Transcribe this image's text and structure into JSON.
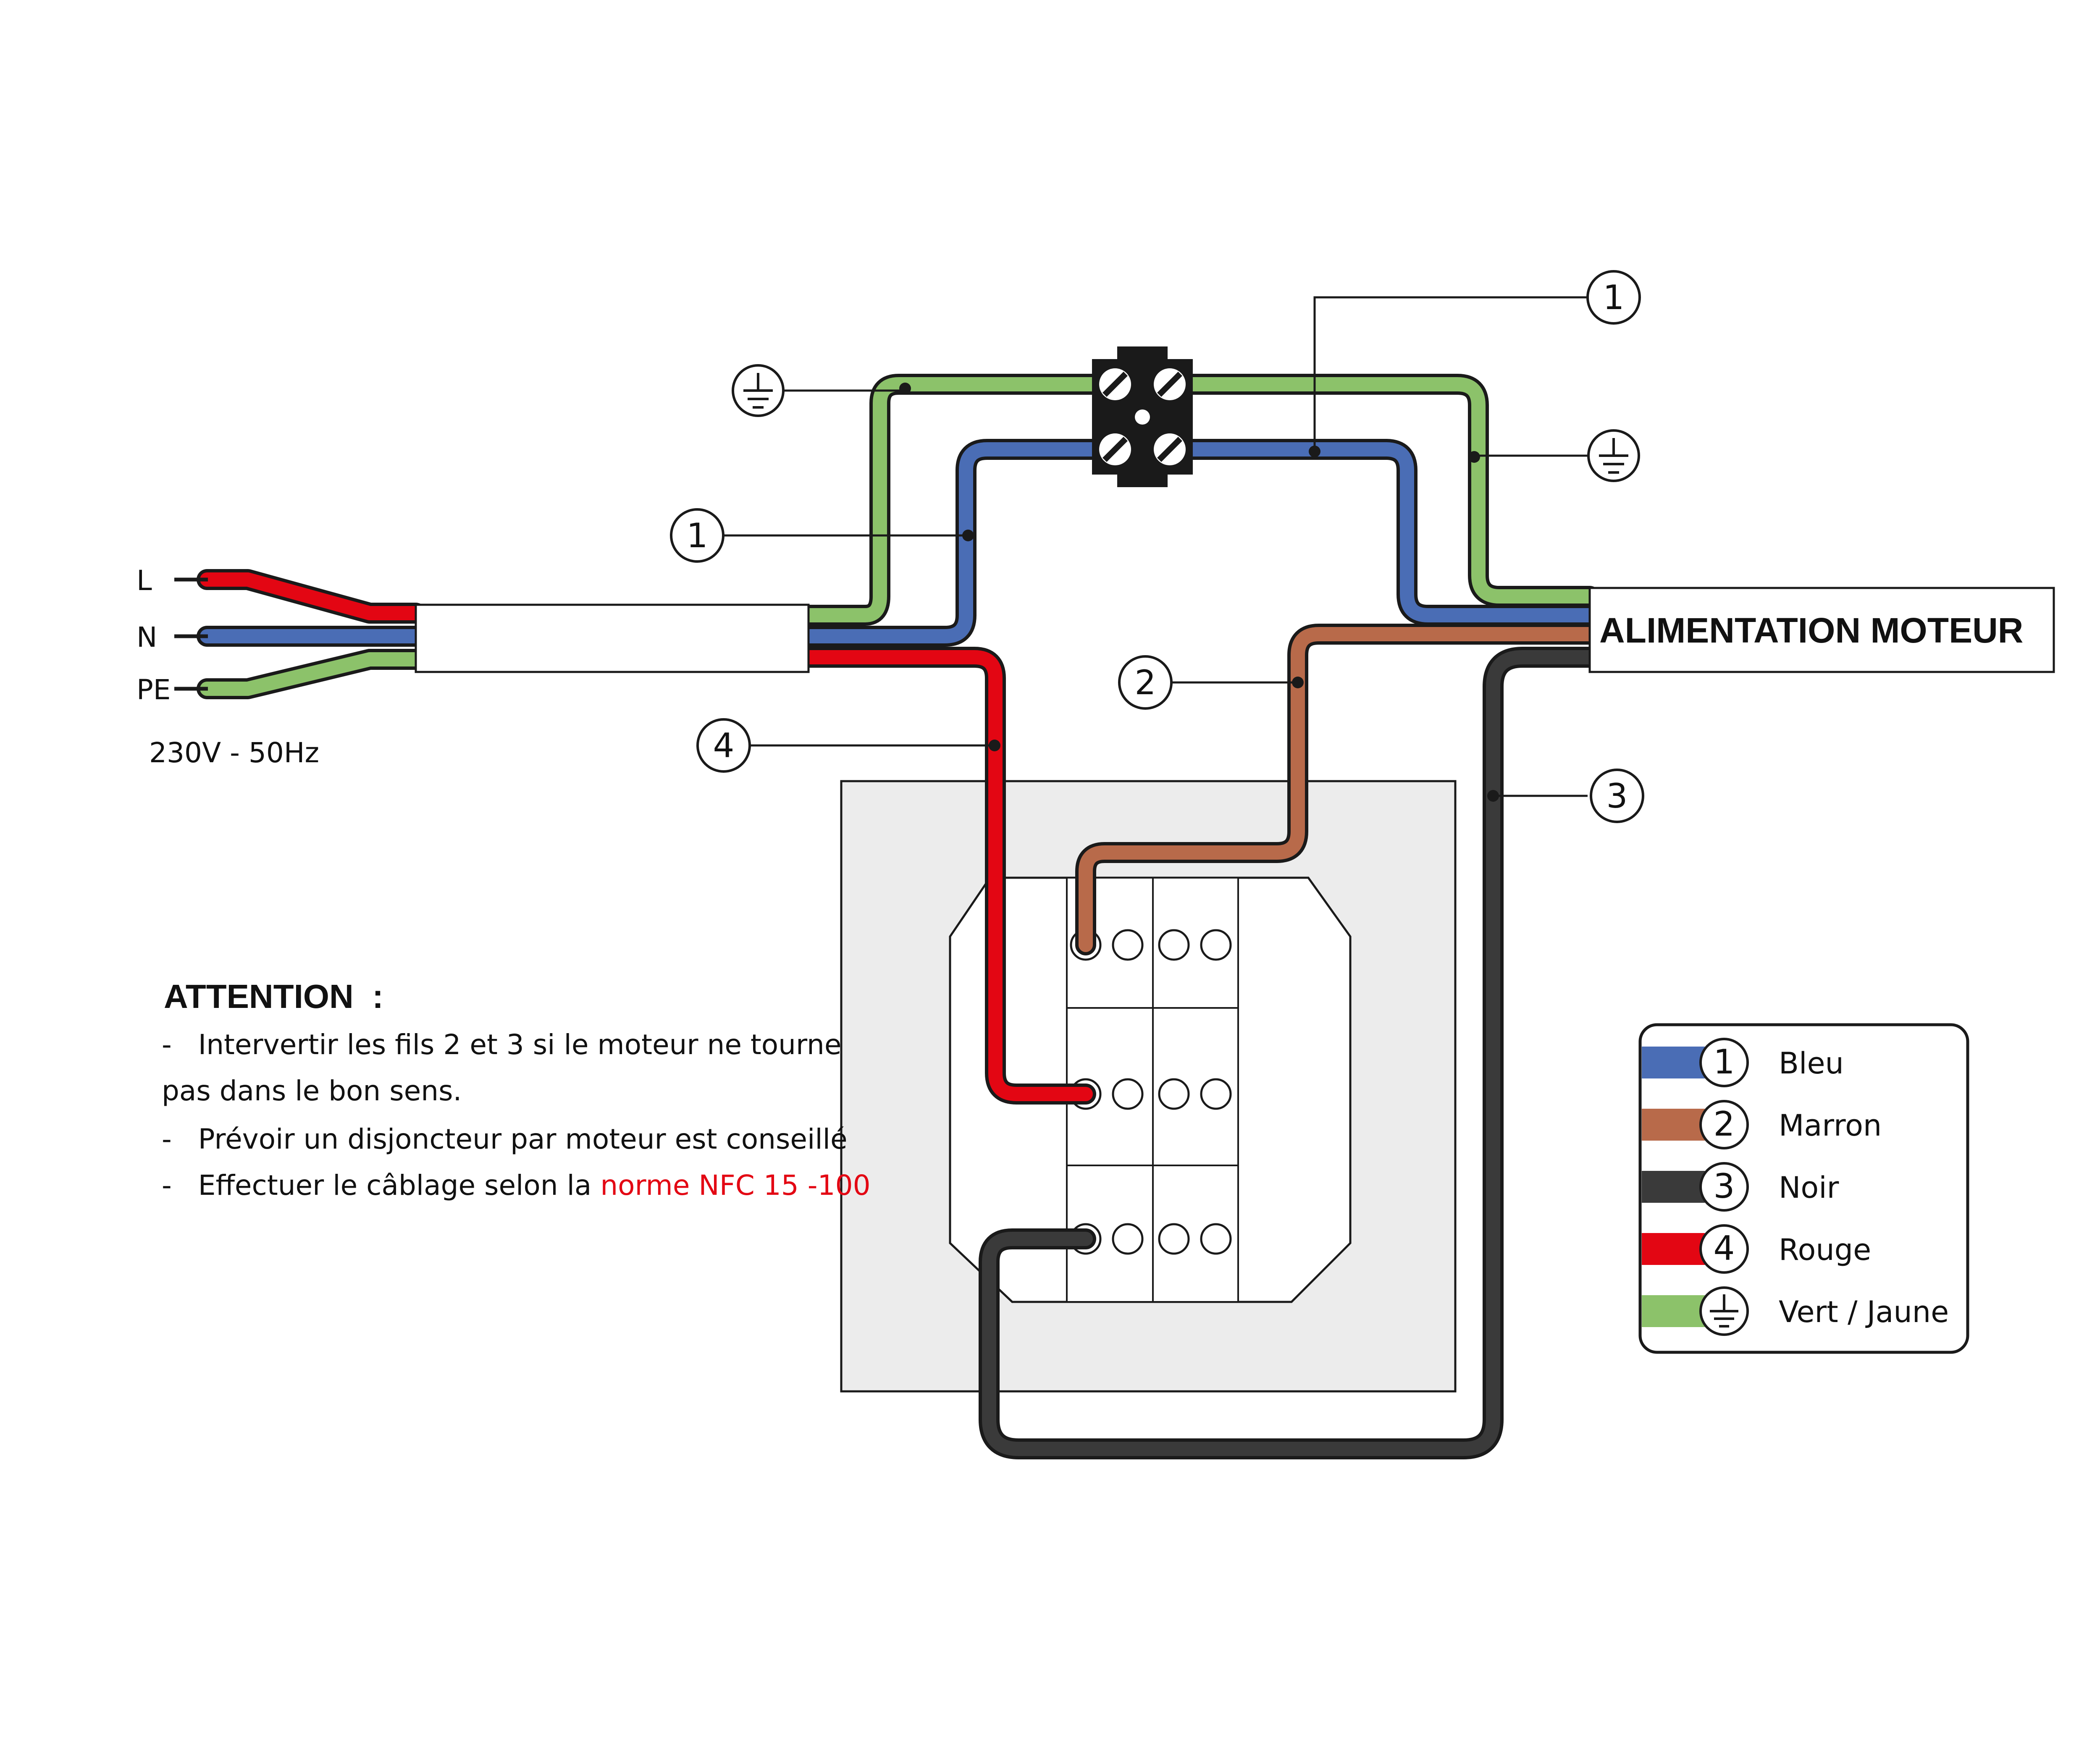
{
  "supply": {
    "line_label": "L",
    "neutral_label": "N",
    "earth_label": "PE",
    "voltage": "230V - 50Hz"
  },
  "motor": {
    "label": "ALIMENTATION MOTEUR"
  },
  "callouts": [
    {
      "id": "c1-top",
      "number": "1"
    },
    {
      "id": "c1-left",
      "number": "1"
    },
    {
      "id": "c2",
      "number": "2"
    },
    {
      "id": "c3",
      "number": "3"
    },
    {
      "id": "c4",
      "number": "4"
    }
  ],
  "attention": {
    "title": "ATTENTION  :",
    "lines": [
      "-   Intervertir les fils 2 et 3 si le moteur ne tourne",
      "pas dans le bon sens.",
      "-   Prévoir un disjoncteur par moteur est conseillé"
    ],
    "last_line_prefix": "-   Effectuer le câblage selon la ",
    "last_line_highlight": "norme NFC 15 -100"
  },
  "legend": [
    {
      "number": "1",
      "label": "Bleu",
      "color": "#4a6db5"
    },
    {
      "number": "2",
      "label": "Marron",
      "color": "#b86a4a"
    },
    {
      "number": "3",
      "label": "Noir",
      "color": "#3a3a3a"
    },
    {
      "number": "4",
      "label": "Rouge",
      "color": "#e30613"
    },
    {
      "number": "",
      "icon": "earth-symbol-icon",
      "label": "Vert / Jaune",
      "color": "#8cc26a"
    }
  ],
  "colors": {
    "blue": "#4a6db5",
    "brown": "#b86a4a",
    "black": "#3a3a3a",
    "red": "#e30613",
    "green": "#8cc26a",
    "outline": "#1a1a1a",
    "box_fill": "#ececec"
  }
}
